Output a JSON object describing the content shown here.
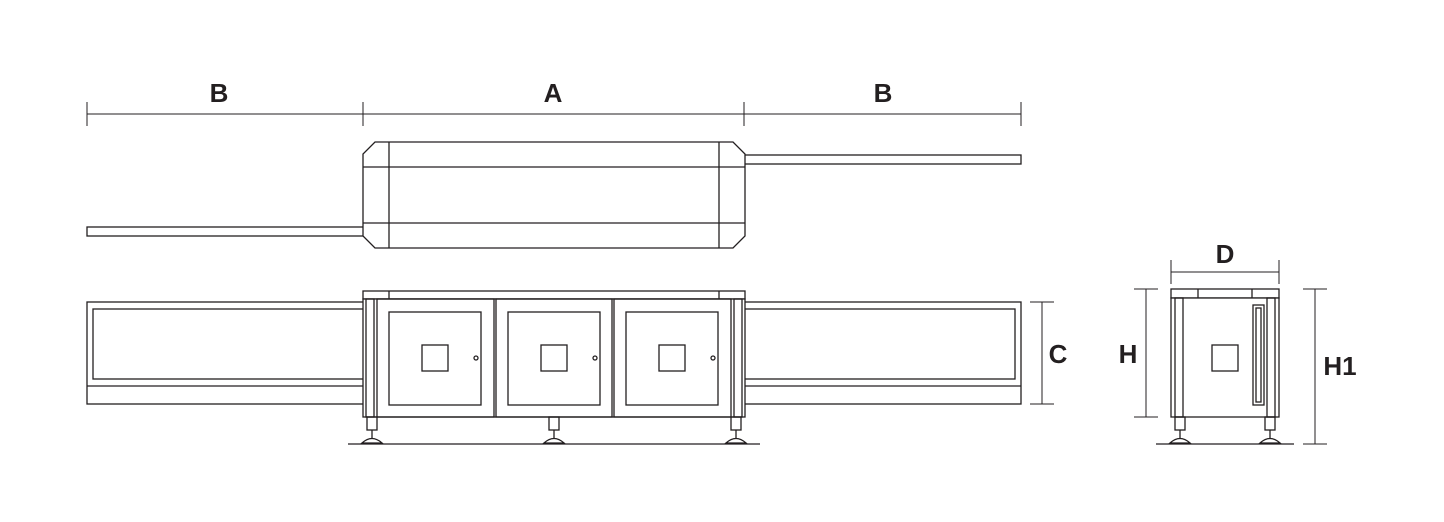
{
  "dimension_labels": {
    "a": "A",
    "b_left": "B",
    "b_right": "B",
    "c": "C",
    "d": "D",
    "h": "H",
    "h1": "H1"
  },
  "colors": {
    "stroke": "#231f20",
    "background": "#ffffff"
  }
}
